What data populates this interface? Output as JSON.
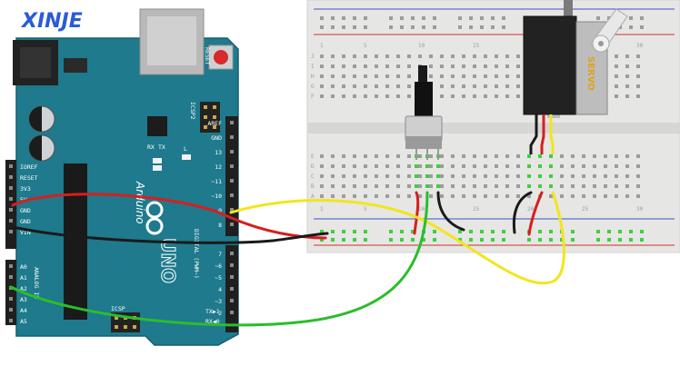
{
  "watermark": "XINJE",
  "board": {
    "reset_label": "RESET",
    "icsp_label": "ICSP2",
    "tx_label": "TX",
    "rx_label": "RX",
    "l_label": "L",
    "brand": "Arduino",
    "model": "UNO",
    "digital_label": "DIGITAL (PWM~)",
    "analog_label": "ANALOG IN",
    "txo_label": "TX▶1",
    "rxo_label": "RX◀0",
    "icsp_bottom_label": "ICSP",
    "power_pins": [
      "IOREF",
      "RESET",
      "3V3",
      "5V",
      "GND",
      "GND",
      "VIN"
    ],
    "analog_pins": [
      "A0",
      "A1",
      "A2",
      "A3",
      "A4",
      "A5"
    ],
    "digital_pins_top": [
      "AREF",
      "GND",
      "13",
      "12",
      "~11",
      "~10",
      "~9",
      "8"
    ],
    "digital_pins_bottom": [
      "7",
      "~6",
      "~5",
      "4",
      "~3",
      "2"
    ]
  },
  "breadboard": {
    "row_letters_top": [
      "J",
      "I",
      "H",
      "G",
      "F"
    ],
    "row_letters_bottom": [
      "E",
      "D",
      "C",
      "B",
      "A"
    ],
    "col_numbers": [
      "1",
      "5",
      "10",
      "15",
      "20",
      "25",
      "30"
    ]
  },
  "servo": {
    "label": "SERVO"
  },
  "colors": {
    "board": "#1e7a8c",
    "wire_red": "#d61f1f",
    "wire_black": "#1a1a1a",
    "wire_yellow": "#f2e51d",
    "wire_green": "#2bbd2b",
    "breadboard": "#e6e6e4",
    "watermark": "#2b5bd6"
  }
}
